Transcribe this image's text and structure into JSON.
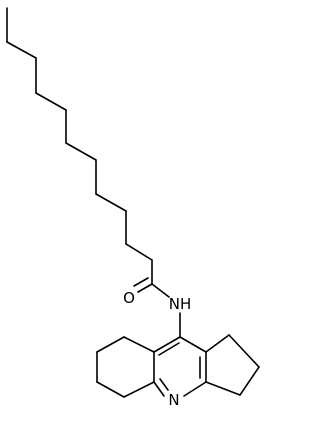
{
  "molecule": {
    "atoms": [
      {
        "id": "O1",
        "label": "O"
      },
      {
        "id": "N1",
        "label": "NH"
      },
      {
        "id": "N2",
        "label": "N"
      }
    ]
  },
  "colors": {
    "stroke": "#000000",
    "background": "#ffffff"
  }
}
